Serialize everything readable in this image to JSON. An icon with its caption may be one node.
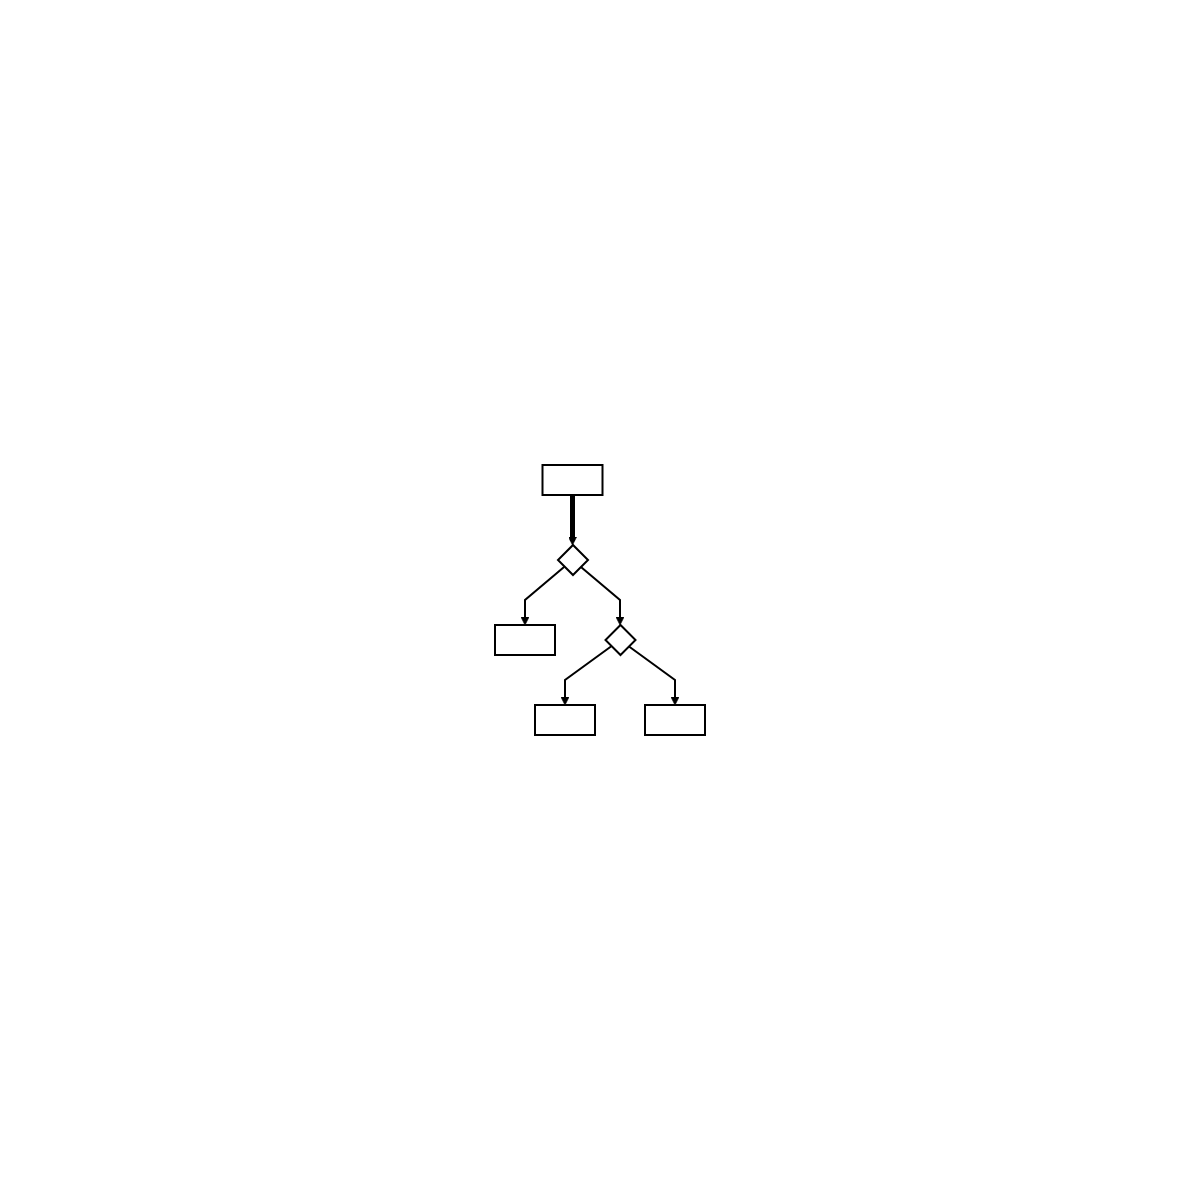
{
  "diagram": {
    "nodes": [
      {
        "text": [],
        "shape": "box"
      },
      {
        "text": [],
        "shape": "diamond"
      },
      {
        "text": [],
        "shape": "box"
      },
      {
        "text": [],
        "shape": "diamond"
      },
      {
        "text": [],
        "shape": "box"
      },
      {
        "text": [],
        "shape": "box"
      }
    ],
    "edges": [
      {
        "from": 0,
        "to": 1,
        "arrow": "to",
        "style": "thick"
      },
      {
        "from": 1,
        "to": 2,
        "arrow": "to"
      },
      {
        "from": 1,
        "to": 3,
        "arrow": "to"
      },
      {
        "from": 3,
        "to": 4,
        "arrow": "to"
      },
      {
        "from": 3,
        "to": 5,
        "arrow": "to"
      }
    ]
  }
}
